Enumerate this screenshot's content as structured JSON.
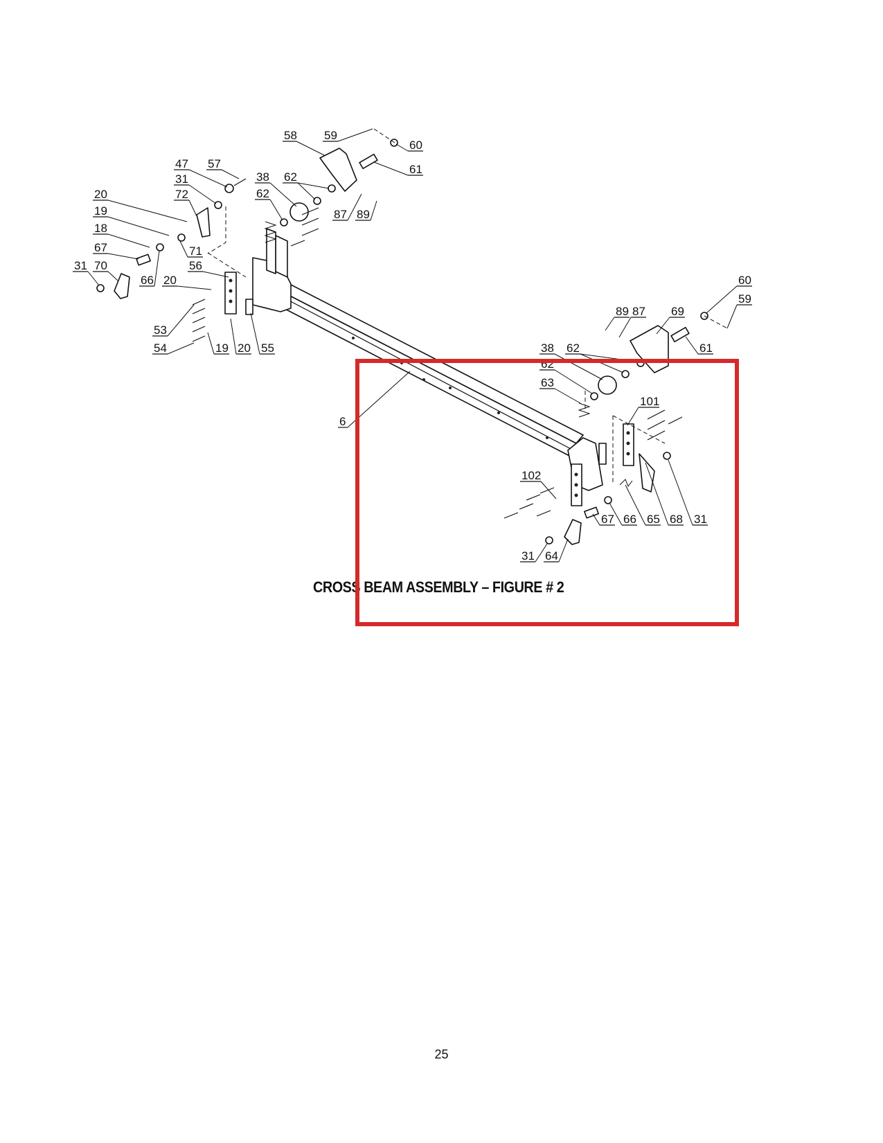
{
  "figure_title": "CROSS BEAM ASSEMBLY – FIGURE # 2",
  "page_number": "25",
  "highlight_color": "#d42a2a",
  "callouts": [
    "58",
    "59",
    "60",
    "61",
    "47",
    "57",
    "38",
    "62",
    "62",
    "87",
    "89",
    "31",
    "72",
    "20",
    "19",
    "18",
    "71",
    "67",
    "56",
    "31",
    "70",
    "66",
    "20",
    "53",
    "54",
    "19",
    "20",
    "55",
    "60",
    "59",
    "89",
    "87",
    "69",
    "61",
    "38",
    "62",
    "62",
    "63",
    "101",
    "6",
    "102",
    "67",
    "66",
    "65",
    "68",
    "31",
    "31",
    "64"
  ]
}
